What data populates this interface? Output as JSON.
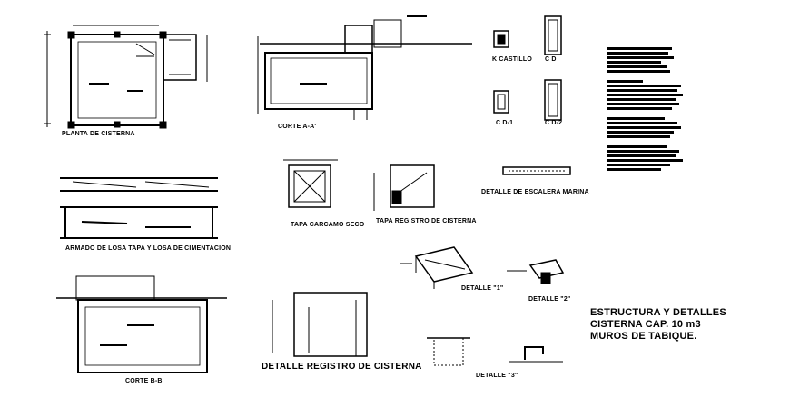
{
  "labels": {
    "planta": "PLANTA DE CISTERNA",
    "corte_aa": "CORTE  A-A'",
    "k_castillo": "K CASTILLO",
    "cd": "C D",
    "cd1": "C D-1",
    "cd2": "C D-2",
    "armado": "ARMADO DE LOSA TAPA Y LOSA DE CIMENTACION",
    "tapa_carcamo": "TAPA CARCAMO SECO",
    "tapa_registro": "TAPA REGISTRO DE CISTERNA",
    "escalera": "DETALLE DE ESCALERA MARINA",
    "detalle1": "DETALLE \"1\"",
    "detalle2": "DETALLE \"2\"",
    "detalle3": "DETALLE \"3\"",
    "corte_bb": "CORTE B-B",
    "detalle_registro": "DETALLE REGISTRO DE CISTERNA",
    "title_line1": "ESTRUCTURA Y DETALLES",
    "title_line2": "CISTERNA CAP. 10 m3",
    "title_line3": "MUROS DE TABIQUE."
  },
  "colors": {
    "ink": "#000000",
    "paper": "#ffffff"
  }
}
